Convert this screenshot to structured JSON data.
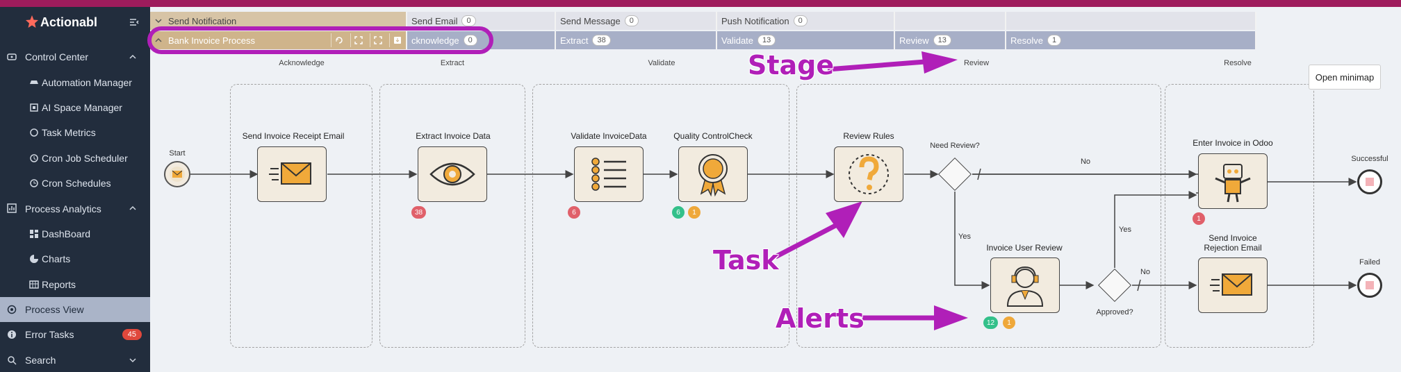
{
  "app": {
    "name": "Actionabl"
  },
  "sidebar": {
    "items": [
      {
        "label": "Control Center",
        "icon": "gauge-icon",
        "kind": "sec"
      },
      {
        "label": "Automation Manager",
        "icon": "car-icon",
        "kind": "sub"
      },
      {
        "label": "AI Space Manager",
        "icon": "ai-icon",
        "kind": "sub"
      },
      {
        "label": "Task Metrics",
        "icon": "circle-icon",
        "kind": "sub"
      },
      {
        "label": "Cron Job Scheduler",
        "icon": "cron-icon",
        "kind": "sub"
      },
      {
        "label": "Cron Schedules",
        "icon": "clock-icon",
        "kind": "sub"
      },
      {
        "label": "Process Analytics",
        "icon": "chart-icon",
        "kind": "sec"
      },
      {
        "label": "DashBoard",
        "icon": "dashboard-icon",
        "kind": "sub"
      },
      {
        "label": "Charts",
        "icon": "pie-icon",
        "kind": "sub"
      },
      {
        "label": "Reports",
        "icon": "table-icon",
        "kind": "sub"
      },
      {
        "label": "Process View",
        "icon": "target-icon",
        "kind": "sec"
      },
      {
        "label": "Error Tasks",
        "icon": "info-icon",
        "kind": "sec",
        "badge": "45"
      },
      {
        "label": "Search",
        "icon": "search-icon",
        "kind": "sec"
      }
    ]
  },
  "header": {
    "row1": [
      {
        "label": "Send Notification",
        "count": ""
      },
      {
        "label": "Send Email",
        "count": "0"
      },
      {
        "label": "Send Message",
        "count": "0"
      },
      {
        "label": "Push Notification",
        "count": "0"
      },
      {
        "label": "",
        "count": ""
      },
      {
        "label": "",
        "count": ""
      }
    ],
    "row2": [
      {
        "label": "Bank Invoice Process",
        "count": ""
      },
      {
        "label": "cknowledge",
        "count": "0"
      },
      {
        "label": "Extract",
        "count": "38"
      },
      {
        "label": "Validate",
        "count": "13"
      },
      {
        "label": "Review",
        "count": "13"
      },
      {
        "label": "Resolve",
        "count": "1"
      }
    ]
  },
  "stages": [
    "Acknowledge",
    "Extract",
    "Validate",
    "Review",
    "Resolve"
  ],
  "flow": {
    "start": "Start",
    "successful": "Successful",
    "failed": "Failed",
    "need_review": "Need Review?",
    "approved": "Approved?",
    "no1": "No",
    "no2": "No",
    "yes1": "Yes",
    "yes2": "Yes",
    "tasks": {
      "send_receipt": "Send Invoice Receipt Email",
      "extract": "Extract Invoice Data",
      "validate": "Validate InvoiceData",
      "quality": "Quality ControlCheck",
      "review_rules": "Review Rules",
      "user_review": "Invoice User Review",
      "enter_odoo": "Enter Invoice in Odoo",
      "reject_line1": "Send Invoice",
      "reject_line2": "Rejection Email"
    },
    "alerts": {
      "extract": "38",
      "validate": "6",
      "quality_green": "6",
      "quality_orange": "1",
      "user_review_green": "12",
      "user_review_orange": "1",
      "enter_odoo": "1"
    }
  },
  "minimap_label": "Open minimap",
  "annotations": {
    "stage": "Stage",
    "task": "Task",
    "alerts": "Alerts"
  },
  "colors": {
    "accent": "#b01fb8",
    "sidebar": "#222d3d",
    "topbar": "#9e1c5c"
  }
}
